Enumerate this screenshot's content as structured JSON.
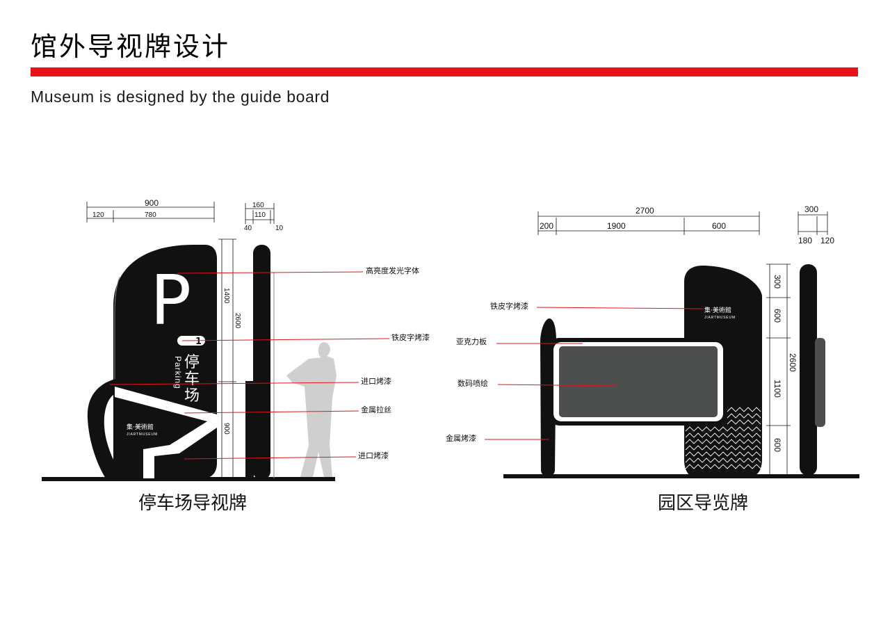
{
  "header": {
    "title": "馆外导视牌设计",
    "subtitle": "Museum is designed by the guide board"
  },
  "colors": {
    "accent_red": "#e8121b",
    "sign_black": "#111111",
    "screen_gray": "#4d4f4f",
    "silhouette_gray": "#cfcfcf"
  },
  "parking_sign": {
    "caption": "停车场导视牌",
    "big_letter": "P",
    "level_number": "1",
    "name_cn_1": "停",
    "name_cn_2": "车",
    "name_cn_3": "场",
    "name_en": "Parking",
    "logo_cn": "集·美術館",
    "logo_en": "JIARTMUSEUM",
    "dims": {
      "total_width": "900",
      "left_offset": "120",
      "body_width": "780",
      "side_total": "160",
      "side_body": "110",
      "side_left": "40",
      "side_right": "10",
      "total_height": "2600",
      "upper_height": "1400",
      "lower_height": "900"
    },
    "callouts": {
      "c1": "高亮度发光字体",
      "c2": "铁皮字烤漆",
      "c3": "进口烤漆",
      "c4": "金属拉丝",
      "c5": "进口烤漆"
    }
  },
  "park_sign": {
    "caption": "园区导览牌",
    "logo_cn": "集·美術館",
    "logo_en": "JIARTMUSEUM",
    "dims": {
      "total_width": "2700",
      "w1": "200",
      "w2": "1900",
      "w3": "600",
      "side_total": "300",
      "side_a": "180",
      "side_b": "120",
      "total_height": "2600",
      "h1": "300",
      "h2": "600",
      "h3": "1100",
      "h4": "600"
    },
    "callouts": {
      "c1": "铁皮字烤漆",
      "c2": "亚克力板",
      "c3": "数码喷绘",
      "c4": "金属烤漆"
    }
  }
}
